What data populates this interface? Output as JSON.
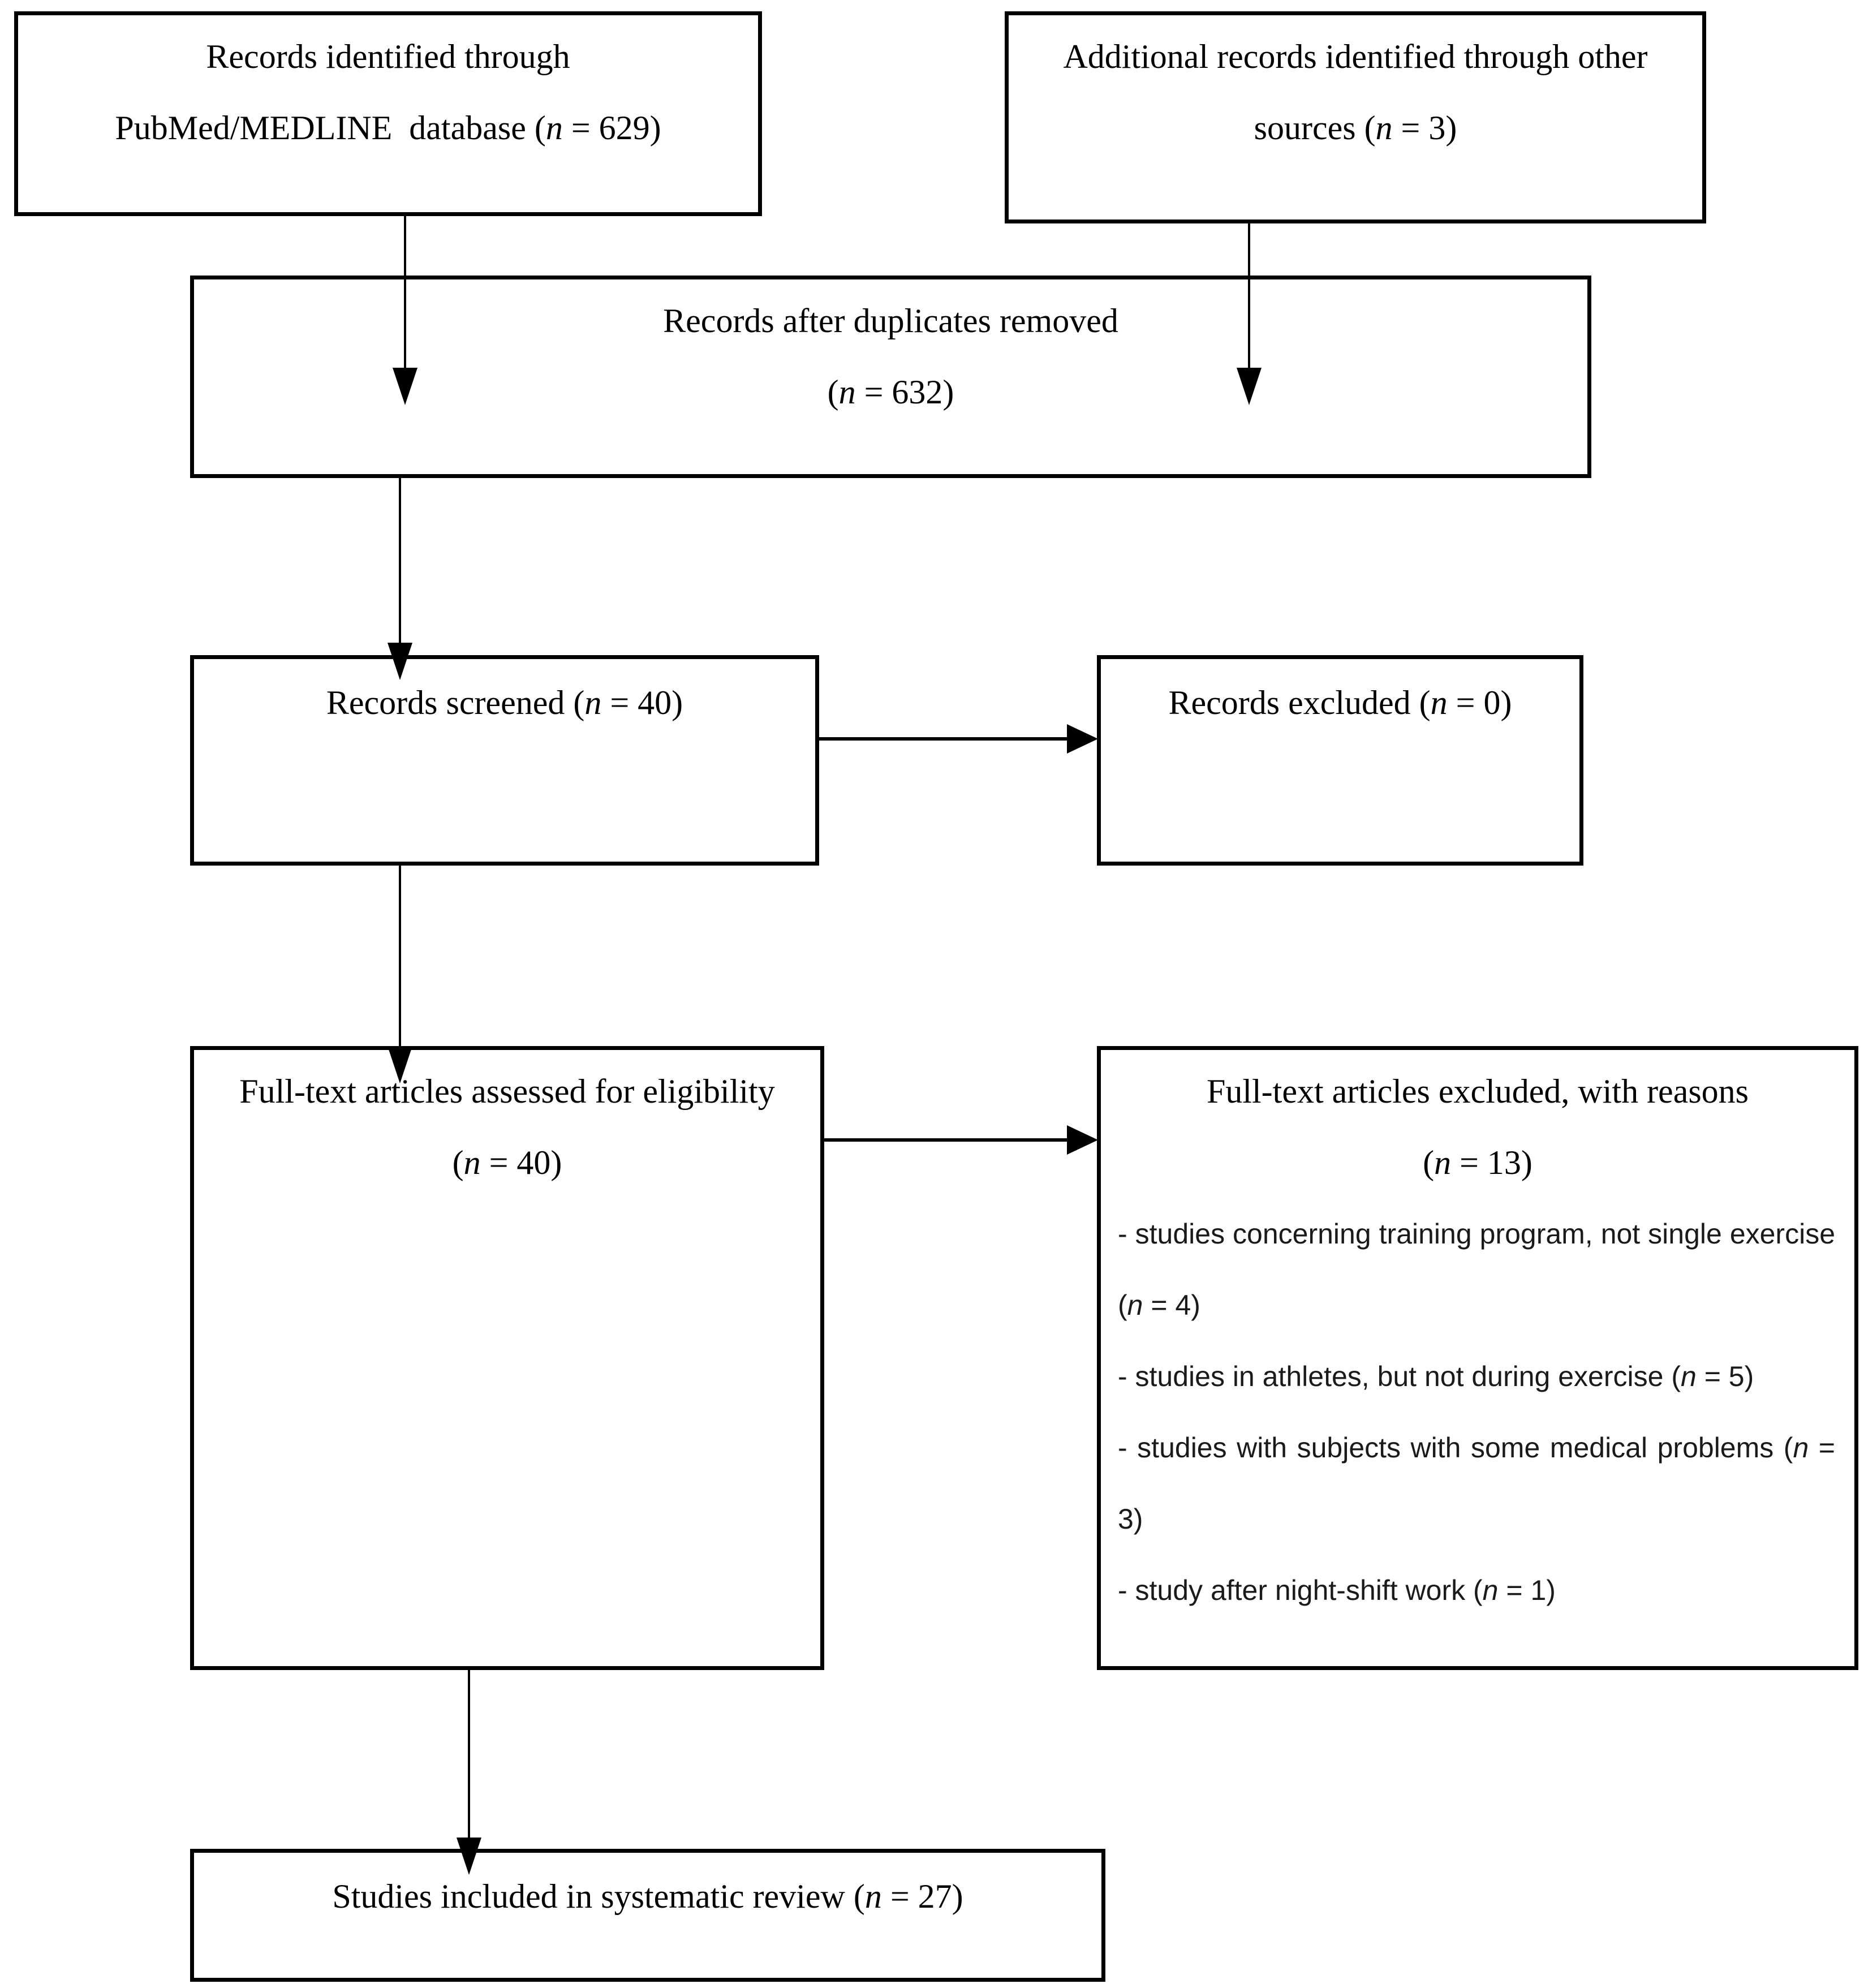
{
  "diagram": {
    "title": "PRISMA study selection flow diagram",
    "colors": {
      "background": "#ffffff",
      "line": "#000000",
      "text": "#000000"
    },
    "boxes": {
      "identified": {
        "line1": "Records identified through",
        "line2": "PubMed/MEDLINE  database (n = 629)"
      },
      "additional": {
        "line1": "Additional records identified through other",
        "line2": "sources (n = 3)"
      },
      "duplicates": {
        "line1": "Records after duplicates removed",
        "line2": "(n = 632)"
      },
      "screened": {
        "label": "Records screened (n = 40)"
      },
      "excluded": {
        "label": "Records excluded (n = 0)"
      },
      "fulltext_assessed": {
        "line1": "Full-text articles assessed for eligibility",
        "line2": "(n = 40)"
      },
      "fulltext_excluded": {
        "line1": "Full-text articles excluded, with reasons",
        "line2": "(n = 13)",
        "reasons": [
          "- studies concerning training program, not single exercise (n = 4)",
          "- studies in athletes, but not during exercise (n = 5)",
          "- studies with subjects with some medical problems (n = 3)",
          "- study after night-shift work (n = 1)"
        ]
      },
      "included": {
        "label": "Studies included in systematic review (n = 27)"
      }
    }
  }
}
